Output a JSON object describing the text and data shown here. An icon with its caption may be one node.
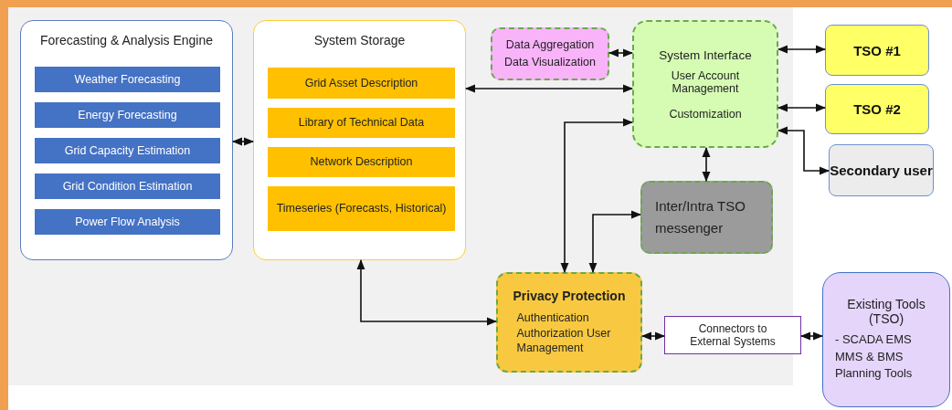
{
  "diagram": {
    "nodes": [
      {
        "text": [
          "Forecasting & Analysis Engine"
        ]
      },
      {
        "text": [
          "Weather Forecasting"
        ],
        "in": 0
      },
      {
        "text": [
          "Energy Forecasting"
        ],
        "in": 0
      },
      {
        "text": [
          "Grid Capacity Estimation"
        ],
        "in": 0
      },
      {
        "text": [
          "Grid Condition Estimation"
        ],
        "in": 0
      },
      {
        "text": [
          "Power Flow Analysis"
        ],
        "in": 0
      },
      {
        "text": [
          "System Storage"
        ]
      },
      {
        "text": [
          "Grid Asset Description"
        ],
        "in": 6
      },
      {
        "text": [
          "Library of Technical Data"
        ],
        "in": 6
      },
      {
        "text": [
          "Network Description"
        ],
        "in": 6
      },
      {
        "text": [
          "Timeseries (Forecasts, Historical)"
        ],
        "in": 6
      },
      {
        "text": [
          "Data Aggregation Data Visualization"
        ]
      },
      {
        "text": [
          "System Interface",
          "User Account Management",
          "Customization"
        ]
      },
      {
        "text": [
          "TSO #1"
        ]
      },
      {
        "text": [
          "TSO #2"
        ]
      },
      {
        "text": [
          "Secondary user"
        ]
      },
      {
        "text": [
          "Inter/Intra TSO messenger"
        ]
      },
      {
        "text": [
          "Privacy Protection",
          "Authentication Authorization User Management"
        ]
      },
      {
        "text": [
          "Connectors to External Systems"
        ]
      },
      {
        "text": [
          "Existing Tools (TSO)",
          "- SCADA EMS",
          "MMS & BMS",
          "Planning Tools"
        ]
      }
    ],
    "edges": [
      {
        "from": 0,
        "to": 6,
        "arrow": "both"
      },
      {
        "from": 6,
        "to": 12,
        "arrow": "both"
      },
      {
        "from": 11,
        "to": 12,
        "arrow": "both"
      },
      {
        "from": 12,
        "to": 13,
        "arrow": "both"
      },
      {
        "from": 12,
        "to": 14,
        "arrow": "both"
      },
      {
        "from": 12,
        "to": 15,
        "arrow": "both"
      },
      {
        "from": 12,
        "to": 16,
        "arrow": "both"
      },
      {
        "from": 17,
        "to": 12,
        "arrow": "both"
      },
      {
        "from": 17,
        "to": 16,
        "arrow": "both"
      },
      {
        "from": 6,
        "to": 17,
        "arrow": "both"
      },
      {
        "from": 17,
        "to": 18,
        "arrow": "both"
      },
      {
        "from": 18,
        "to": 19,
        "arrow": "both"
      }
    ]
  }
}
